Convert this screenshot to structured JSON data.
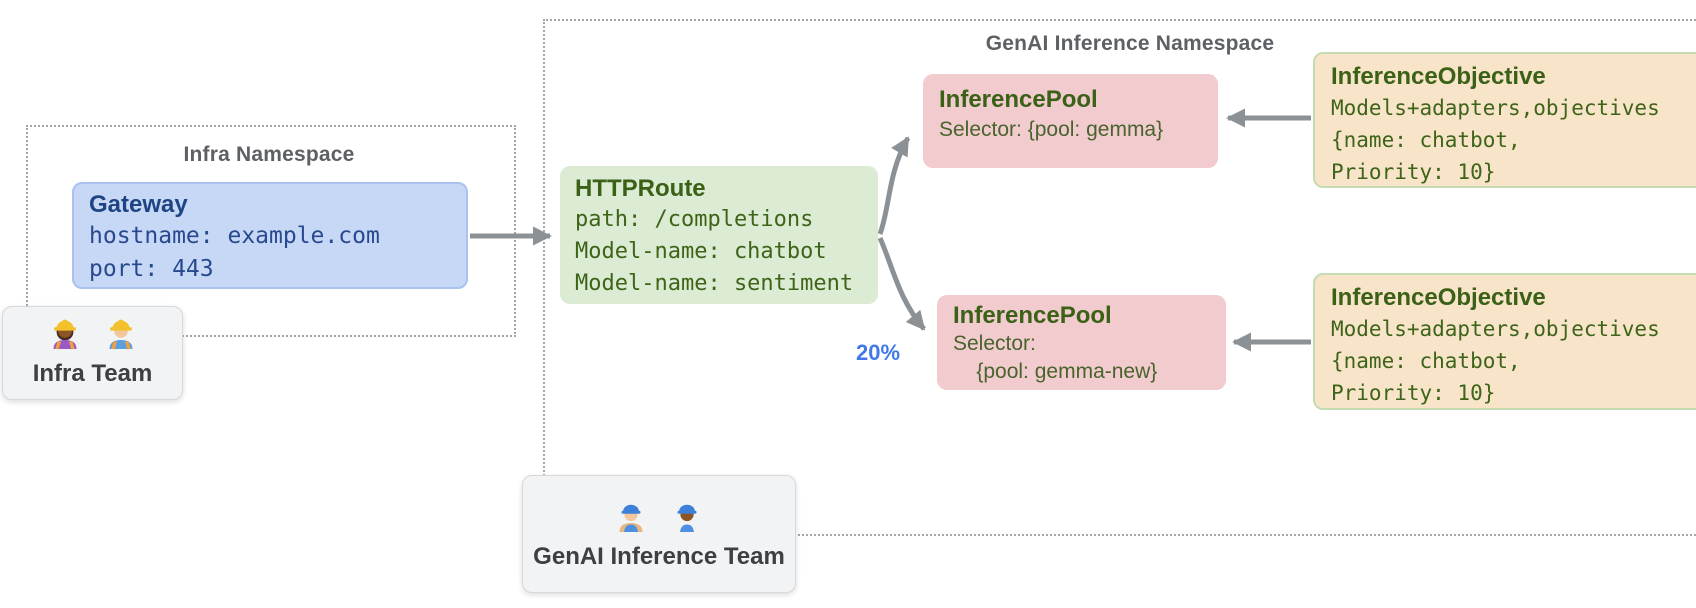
{
  "namespaces": {
    "infra": {
      "title": "Infra Namespace"
    },
    "genai": {
      "title": "GenAI Inference Namespace"
    }
  },
  "nodes": {
    "gateway": {
      "title": "Gateway",
      "lines": [
        "hostname: example.com",
        "port: 443"
      ]
    },
    "httproute": {
      "title": "HTTPRoute",
      "lines": [
        "path: /completions",
        "Model-name: chatbot",
        "Model-name: sentiment"
      ]
    },
    "inference_pool_gemma": {
      "title": "InferencePool",
      "lines": [
        "Selector: {pool: gemma}"
      ]
    },
    "inference_pool_gemma_new": {
      "title": "InferencePool",
      "lines": [
        "Selector:",
        "    {pool: gemma-new}"
      ]
    },
    "inference_objective_top": {
      "title": "InferenceObjective",
      "lines": [
        "Models+adapters,objectives",
        "{name: chatbot,",
        "Priority: 10}"
      ]
    },
    "inference_objective_bottom": {
      "title": "InferenceObjective",
      "lines": [
        "Models+adapters,objectives",
        "{name: chatbot,",
        "Priority: 10}"
      ]
    }
  },
  "teams": {
    "infra": {
      "label": "Infra Team",
      "icons": [
        "construction-worker-icon",
        "construction-worker-icon"
      ]
    },
    "genai": {
      "label": "GenAI Inference Team",
      "icons": [
        "mechanic-icon",
        "mechanic-icon"
      ]
    }
  },
  "edges": {
    "traffic_split_label": "20%"
  },
  "colors": {
    "gateway_bg": "#c7d8f6",
    "gateway_text": "#1e4483",
    "httproute_bg": "#dcebd3",
    "inference_pool_bg": "#f1cbce",
    "inference_objective_bg": "#f8e4c9",
    "node_text_green": "#3a6116",
    "namespace_title_gray": "#5d6165",
    "team_label_gray": "#3c4043",
    "arrow_gray": "#8c9196",
    "traffic_split_blue": "#4179e8"
  }
}
